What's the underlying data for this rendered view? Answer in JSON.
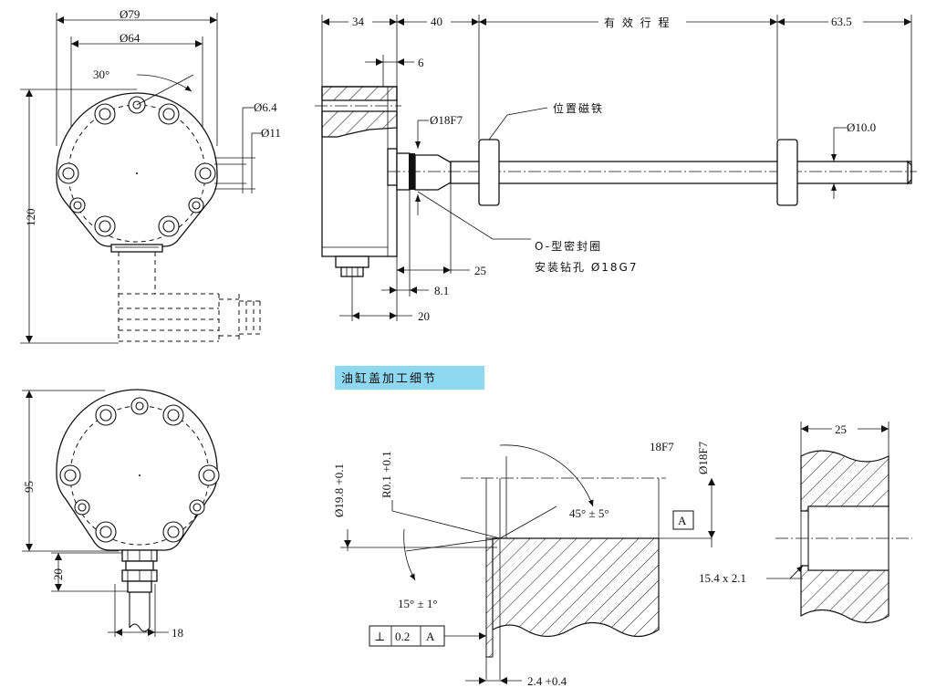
{
  "front_view": {
    "dia_79": "Ø79",
    "dia_64": "Ø64",
    "angle_30": "30°",
    "dia_6_4": "Ø6.4",
    "dia_11": "Ø11",
    "height_120": "120"
  },
  "bottom_view": {
    "height_95": "95",
    "dim_20": "20",
    "dim_18": "18"
  },
  "side_view": {
    "dim_34": "34",
    "dim_40": "40",
    "stroke_label": "有 效 行 程",
    "dim_63_5": "63.5",
    "dim_6": "6",
    "dia_18f7": "Ø18F7",
    "magnet_label": "位置磁铁",
    "dia_10": "Ø10.0",
    "oring_label": "O-型密封圈",
    "drill_label": "安装钻孔 Ø18G7",
    "dim_25": "25",
    "dim_8_1": "8.1",
    "dim_20": "20"
  },
  "detail": {
    "banner": "油缸盖加工细节",
    "dia_19_8": "Ø19.8 +0.1",
    "radius_0_1": "R0.1 +0.1",
    "fit_18f7": "18F7",
    "dia_18f7": "Ø18F7",
    "angle_45": "45° ± 5°",
    "datum_a": "A",
    "angle_15": "15° ± 1°",
    "tol_symbol": "⊥",
    "tol_value": "0.2",
    "tol_datum": "A",
    "dim_2_4": "2.4 +0.4"
  },
  "section": {
    "width_25": "25",
    "groove": "15.4 x 2.1"
  }
}
